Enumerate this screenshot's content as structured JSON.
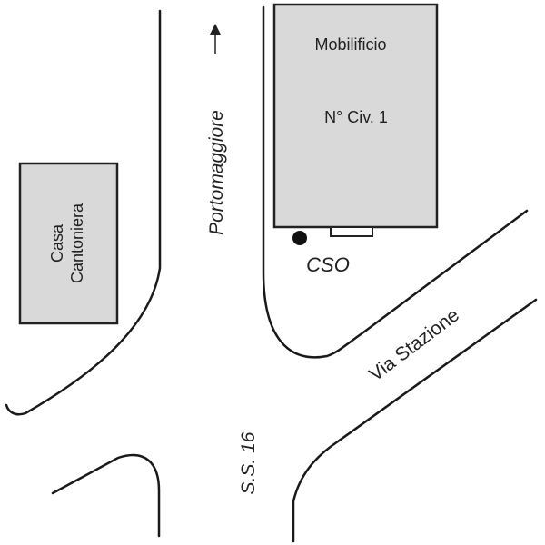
{
  "buildings": {
    "mobilificio": {
      "name": "Mobilificio",
      "civic": "N° Civ. 1"
    },
    "casa_cantoniera": {
      "line1": "Casa",
      "line2": "Cantoniera"
    }
  },
  "markers": {
    "cso": "CSO"
  },
  "roads": {
    "portomaggiore": "Portomaggiore",
    "via_stazione": "Via Stazione",
    "ss16": "S.S. 16"
  },
  "colors": {
    "building_fill": "#d9d9d9",
    "line": "#1a1a1a"
  }
}
